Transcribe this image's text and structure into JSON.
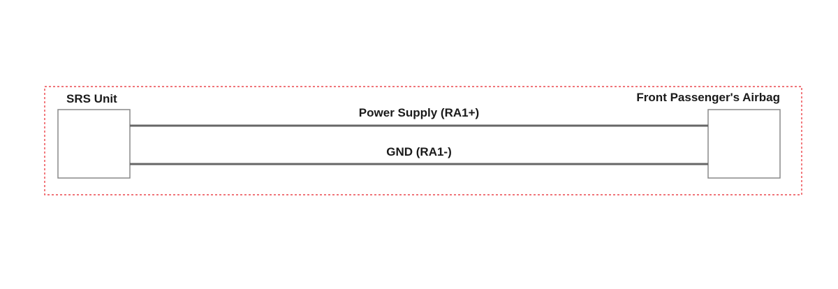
{
  "components": {
    "left": {
      "name": "SRS Unit"
    },
    "right": {
      "name": "Front Passenger's Airbag"
    }
  },
  "wires": [
    {
      "label": "Power Supply (RA1+)"
    },
    {
      "label": "GND (RA1-)"
    }
  ],
  "colors": {
    "boundary": "#e8232a",
    "wire": "#666666",
    "box_stroke": "#888888",
    "text": "#1a1a1a"
  }
}
